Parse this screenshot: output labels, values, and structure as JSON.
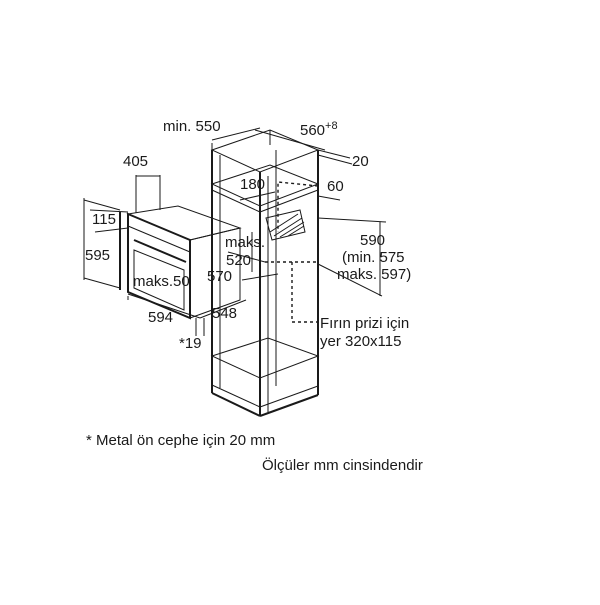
{
  "dimensions": {
    "min550": "min. 550",
    "d560": "560",
    "d560_sup": "+8",
    "d20": "20",
    "d405": "405",
    "d180": "180",
    "d60": "60",
    "d115": "115",
    "d595": "595",
    "maks520_a": "maks.",
    "maks520_b": "520",
    "d570": "570",
    "maks50": "maks.50",
    "d594": "594",
    "d548": "548",
    "d19": "*19",
    "d590": "590",
    "min575": "(min. 575",
    "maks597": "maks. 597)"
  },
  "annotations": {
    "socket_line1": "Fırın prizi için",
    "socket_line2": "yer 320x115",
    "metal_note": "* Metal ön cephe için 20 mm",
    "units_note": "Ölçüler mm cinsindendir"
  }
}
